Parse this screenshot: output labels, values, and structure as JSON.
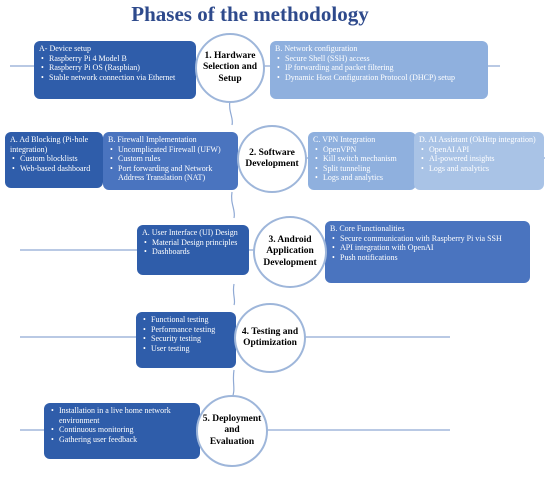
{
  "title": "Phases of the methodology",
  "phases": [
    {
      "label": "1. Hardware Selection and Setup",
      "boxes": [
        {
          "title": "A- Device setup",
          "items": [
            "Raspberry Pi 4 Model B",
            "Raspberry Pi OS (Raspbian)",
            "Stable network connection via Ethernet"
          ]
        },
        {
          "title": "B. Network configuration",
          "items": [
            "Secure Shell (SSH) access",
            "IP forwarding and packet filtering",
            "Dynamic Host Configuration Protocol (DHCP) setup"
          ]
        }
      ]
    },
    {
      "label": "2. Software Development",
      "boxes": [
        {
          "title": "A. Ad Blocking (Pi-hole integration)",
          "items": [
            "Custom blocklists",
            "Web-based dashboard"
          ]
        },
        {
          "title": "B. Firewall Implementation",
          "items": [
            "Uncomplicated Firewall (UFW)",
            "Custom rules",
            "Port forwarding and Network Address Translation (NAT)"
          ]
        },
        {
          "title": "C. VPN Integration",
          "items": [
            "OpenVPN",
            "Kill switch mechanism",
            "Split tunneling",
            "Logs and analytics"
          ]
        },
        {
          "title": "D. AI Assistant (OkHttp integration)",
          "items": [
            "OpenAI API",
            "AI-powered insights",
            "Logs and analytics"
          ]
        }
      ]
    },
    {
      "label": "3. Android Application Development",
      "boxes": [
        {
          "title": "A. User Interface (UI) Design",
          "items": [
            "Material Design principles",
            "Dashboards"
          ]
        },
        {
          "title": "B. Core Functionalities",
          "items": [
            "Secure communication with Raspberry Pi via SSH",
            "API integration with OpenAI",
            "Push notifications"
          ]
        }
      ]
    },
    {
      "label": "4. Testing and Optimization",
      "boxes": [
        {
          "title": "",
          "items": [
            "Functional testing",
            "Performance testing",
            "Security testing",
            "User testing"
          ]
        }
      ]
    },
    {
      "label": "5. Deployment and Evaluation",
      "boxes": [
        {
          "title": "",
          "items": [
            "Installation in a live home network environment",
            "Continuous monitoring",
            "Gathering user feedback"
          ]
        }
      ]
    }
  ]
}
